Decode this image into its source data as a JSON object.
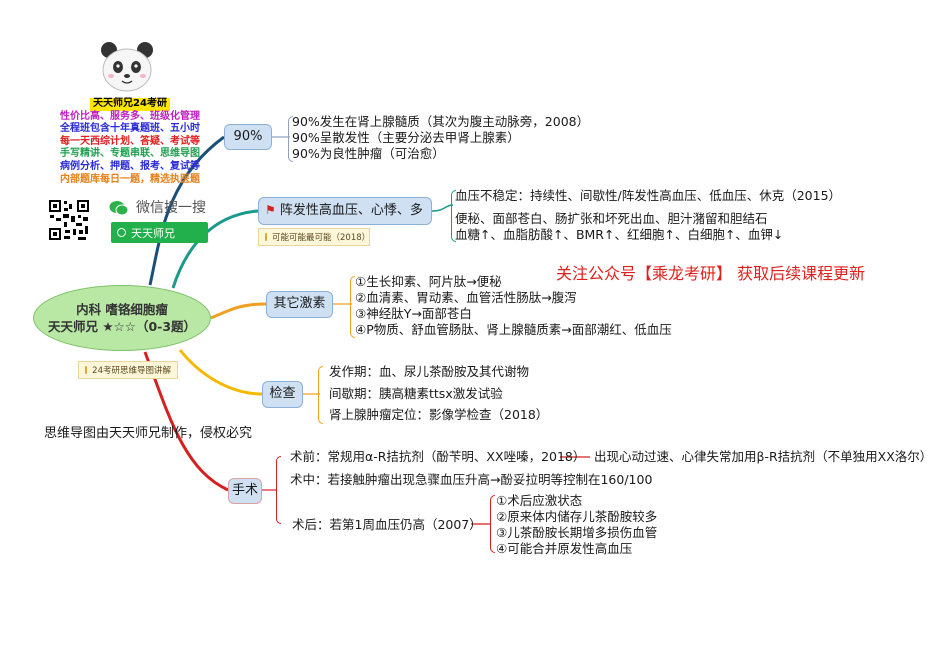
{
  "promo": {
    "title": "天天师兄24考研",
    "lines": [
      {
        "text": "性价比高、服务多、班级化管理",
        "color": "#c020c0"
      },
      {
        "text": "全程班包含十年真题班、五小时",
        "color": "#2b2bd6"
      },
      {
        "text": "每一天西综计划、答疑、考试等",
        "color": "#e02020"
      },
      {
        "text": "手写精讲、专题串联、思维导图",
        "color": "#20a050"
      },
      {
        "text": "病例分析、押题、报考、复试等",
        "color": "#2b2bd6"
      },
      {
        "text": "内部题库每日一题，精选执医题",
        "color": "#e8801a"
      }
    ],
    "wechat_label": "微信搜一搜",
    "search_text": "天天师兄"
  },
  "central": {
    "line1": "内科 嗜铬细胞瘤",
    "line2": "天天师兄 ★☆☆（0-3题）"
  },
  "central_tag": "24考研思维导图讲解",
  "copyright": "思维导图由天天师兄制作，侵权必究",
  "notice": "关注公众号【乘龙考研】 获取后续课程更新",
  "nodes": {
    "n90": "90%",
    "hypertension": "阵发性高血压、心悸、多汗",
    "hypertension_tag": "可能可能最可能（2018）",
    "hormones": "其它激素",
    "exam": "检查",
    "surgery": "手术"
  },
  "n90_items": [
    "90%发生在肾上腺髓质（其次为腹主动脉旁，2008）",
    "90%呈散发性（主要分泌去甲肾上腺素）",
    "90%为良性肿瘤（可治愈）"
  ],
  "hypertension_items": [
    "血压不稳定：持续性、间歇性/阵发性高血压、低血压、休克（2015）",
    "便秘、面部苍白、肠扩张和坏死出血、胆汁潴留和胆结石",
    "血糖↑、血脂肪酸↑、BMR↑、红细胞↑、白细胞↑、血钾↓"
  ],
  "hormone_items": [
    "①生长抑素、阿片肽→便秘",
    "②血清素、胃动素、血管活性肠肽→腹泻",
    "③神经肽Y→面部苍白",
    "④P物质、舒血管肠肽、肾上腺髓质素→面部潮红、低血压"
  ],
  "exam_items": [
    "发作期：血、尿儿茶酚胺及其代谢物",
    "间歇期：胰高糖素ttsx激发试验",
    "肾上腺肿瘤定位：影像学检查（2018）"
  ],
  "surgery_items": {
    "pre": "术前：常规用α-R拮抗剂（酚苄明、XX唑嗪，2018）",
    "pre_extra": "出现心动过速、心律失常加用β-R拮抗剂（不单独用XX洛尔）",
    "mid": "术中：若接触肿瘤出现急骤血压升高→酚妥拉明等控制在160/100",
    "post": "术后：若第1周血压仍高（2007）",
    "post_reasons": [
      "①术后应激状态",
      "②原来体内储存儿茶酚胺较多",
      "③儿茶酚胺长期增多损伤血管",
      "④可能合并原发性高血压"
    ]
  },
  "colors": {
    "branch_teal": "#1a8f8f",
    "branch_navy": "#1b4f7a",
    "branch_orange": "#f0a020",
    "branch_red": "#d42020",
    "node_fill": "#cfe0f3",
    "central_fill": "#b9e8a5",
    "notice": "#e0201d"
  }
}
